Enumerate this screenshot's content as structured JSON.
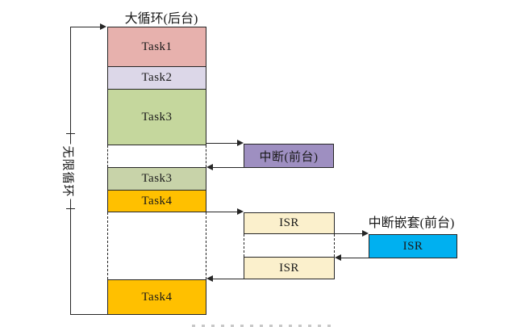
{
  "title": "大循环(后台)",
  "infinite_loop_label": "无限循环",
  "tasks": [
    {
      "label": "Task1"
    },
    {
      "label": "Task2"
    },
    {
      "label": "Task3"
    },
    {
      "label": "Task3"
    },
    {
      "label": "Task4"
    },
    {
      "label": "Task4"
    }
  ],
  "interrupt": {
    "label": "中断(前台)"
  },
  "isr": [
    {
      "label": "ISR"
    },
    {
      "label": "ISR"
    }
  ],
  "nested": {
    "title": "中断嵌套(前台)",
    "isr_label": "ISR"
  },
  "colors": {
    "task1": "#e7b1ad",
    "task2": "#dcd7e8",
    "task3": "#c5d79d",
    "task3_repeat": "#c8d3a9",
    "task4": "#ffc000",
    "interrupt": "#9e8fc1",
    "isr": "#fbf0cc",
    "nested_isr": "#00b0f0"
  }
}
